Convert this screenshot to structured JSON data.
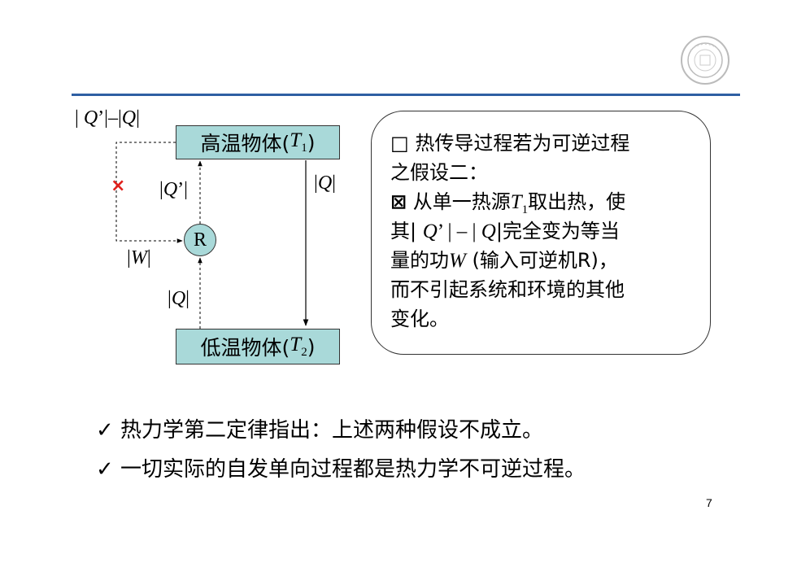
{
  "diagram": {
    "hot_box": {
      "prefix": "高温物体(",
      "symbol": "T",
      "sub": "1",
      "suffix": ")"
    },
    "cold_box": {
      "prefix": "低温物体(",
      "symbol": "T",
      "sub": "2",
      "suffix": ")"
    },
    "engine_label": "R",
    "label_diff": {
      "a": "| ",
      "q1": "Q",
      "b": "’|–|",
      "q2": "Q",
      "c": "|"
    },
    "label_qprime": {
      "a": "|",
      "q": "Q",
      "b": "’|"
    },
    "label_q_right": {
      "a": "|",
      "q": "Q",
      "b": "|"
    },
    "label_q_lower": {
      "a": "|",
      "q": "Q",
      "b": "|"
    },
    "label_w": {
      "a": "|",
      "q": "W",
      "b": "|"
    },
    "cross_mark": "×",
    "colors": {
      "box_fill": "#a9d9d9",
      "rule": "#2e5fa3",
      "cross": "#e0201c"
    }
  },
  "callout": {
    "line1_box": "□",
    "line1": " 热传导过程若为可逆过程",
    "line2": "之假设二：",
    "line3_box": "⊠",
    "line3_a": " 从单一热源",
    "line3_sym": "T",
    "line3_sub": "1",
    "line3_b": "取出热，使",
    "line4_a": "其| ",
    "line4_q1": "Q",
    "line4_b": "’ | – | ",
    "line4_q2": "Q",
    "line4_c": "|完全变为等当",
    "line5_a": "量的功",
    "line5_w": "W",
    "line5_b": " (输入可逆机R)，",
    "line6": "而不引起系统和环境的其他",
    "line7": "变化。"
  },
  "bullets": {
    "check": "✓",
    "b1": " 热力学第二定律指出：上述两种假设不成立。",
    "b2": " 一切实际的自发单向过程都是热力学不可逆过程。"
  },
  "page_number": "7"
}
